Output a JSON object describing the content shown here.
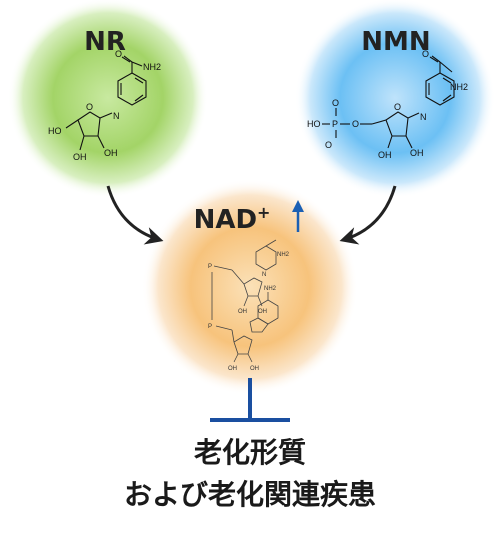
{
  "nodes": {
    "nr": {
      "label": "NR"
    },
    "nmn": {
      "label": "NMN"
    },
    "nad": {
      "label": "NAD",
      "superscript": "+"
    }
  },
  "atoms": {
    "nh2": "NH2",
    "oh": "OH",
    "ho": "HO",
    "o": "O",
    "p": "P",
    "n": "N"
  },
  "outcome": {
    "line1": "老化形質",
    "line2": "および老化関連疾患"
  },
  "colors": {
    "nr_circle": "#7ec23a",
    "nmn_circle": "#1e9be8",
    "nad_circle": "#f5a030",
    "up_arrow": "#1a5fb4",
    "inhibit_bar": "#1a4fa0",
    "arrows": "#222222"
  },
  "icons": {
    "up_arrow": "up-arrow-icon",
    "inhibit": "inhibition-bar-icon"
  }
}
